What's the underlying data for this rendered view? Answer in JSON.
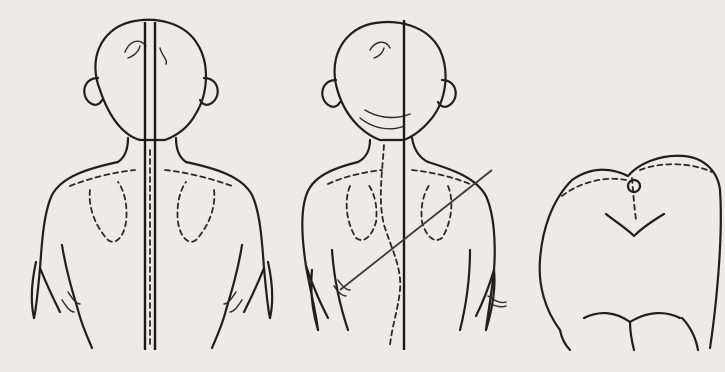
{
  "figures": [
    {
      "id": "figure-1-back-view-plumb-line",
      "view": "posterior",
      "overlay": "plumb-line"
    },
    {
      "id": "figure-2-back-view-curved-spine",
      "view": "posterior",
      "overlay": "plumb-line-and-diagonal"
    },
    {
      "id": "figure-3-forward-bend-view",
      "view": "forward-bend",
      "overlay": "none"
    }
  ],
  "colors": {
    "background": "#ecebe8",
    "ink": "#1f1f1f"
  }
}
